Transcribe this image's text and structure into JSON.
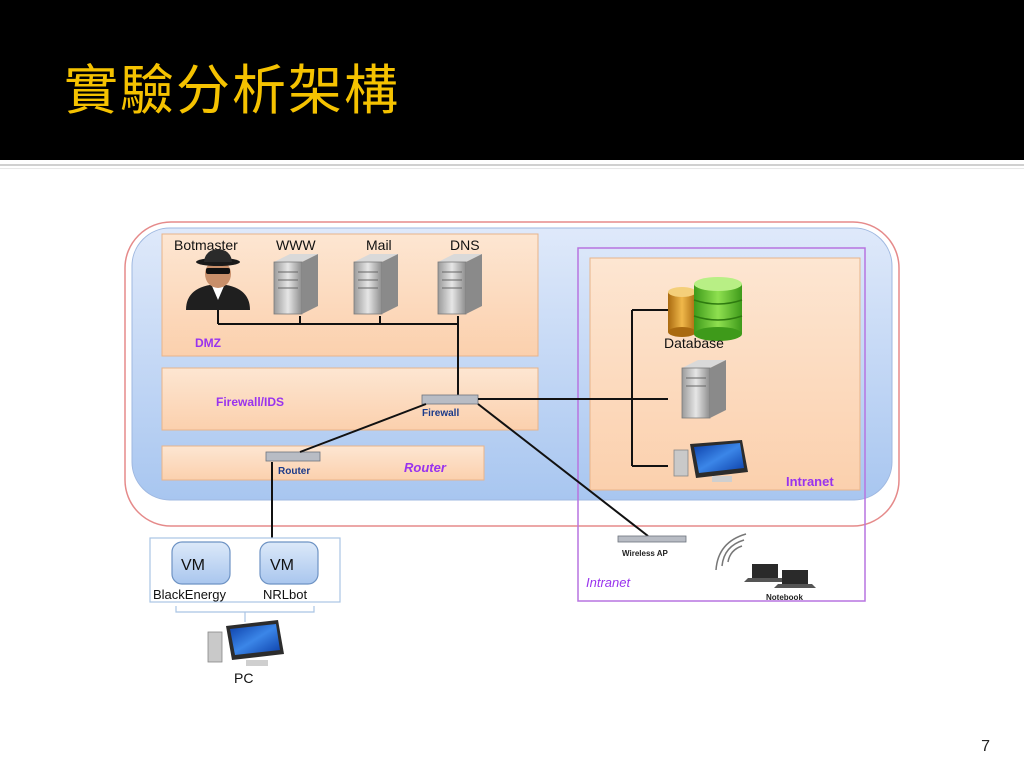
{
  "slide": {
    "title": "實驗分析架構",
    "page_number": "7"
  },
  "diagram": {
    "dmz_labels": {
      "botmaster": "Botmaster",
      "www": "WWW",
      "mail": "Mail",
      "dns": "DNS",
      "zone": "DMZ"
    },
    "firewall_zone_label": "Firewall/IDS",
    "firewall_device_label": "Firewall",
    "router_device_label": "Router",
    "router_zone_label": "Router",
    "database_label": "Database",
    "intranet_label": "Intranet",
    "wireless_ap_label": "Wireless AP",
    "intranet_outer_label": "Intranet",
    "notebook_label": "Notebook",
    "vm1_label": "VM",
    "vm2_label": "VM",
    "vm1_caption": "BlackEnergy",
    "vm2_caption": "NRLbot",
    "pc_label": "PC"
  },
  "colors": {
    "title": "#f5c200",
    "header_bg": "#000000",
    "zone_fill": "#fcd8b8",
    "outer_blue": "#bcd3f2",
    "outer_border": "#e58a8a",
    "intranet_border": "#b774e0",
    "zone_text": "#9933ee",
    "vm_fill": "#c7dcf5"
  }
}
